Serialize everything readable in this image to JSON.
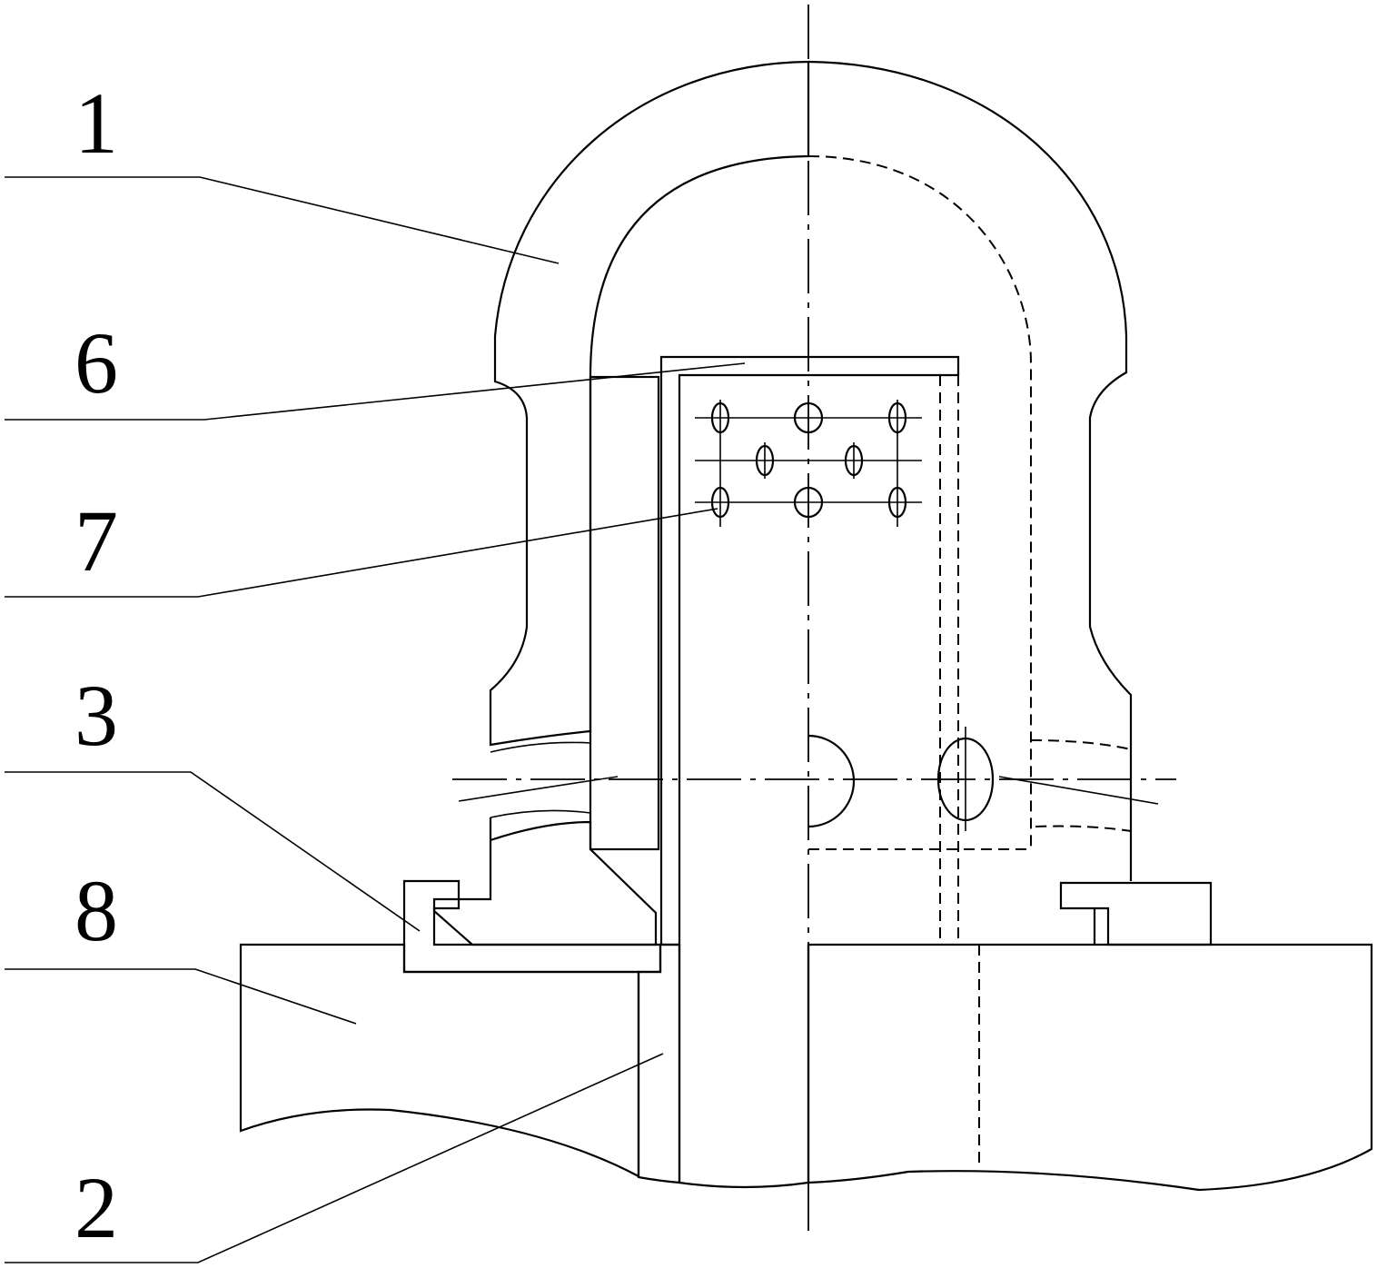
{
  "labels": {
    "l1": "1",
    "l6": "6",
    "l7": "7",
    "l3": "3",
    "l8": "8",
    "l2": "2"
  },
  "colors": {
    "line": "#000000",
    "background": "#ffffff"
  }
}
